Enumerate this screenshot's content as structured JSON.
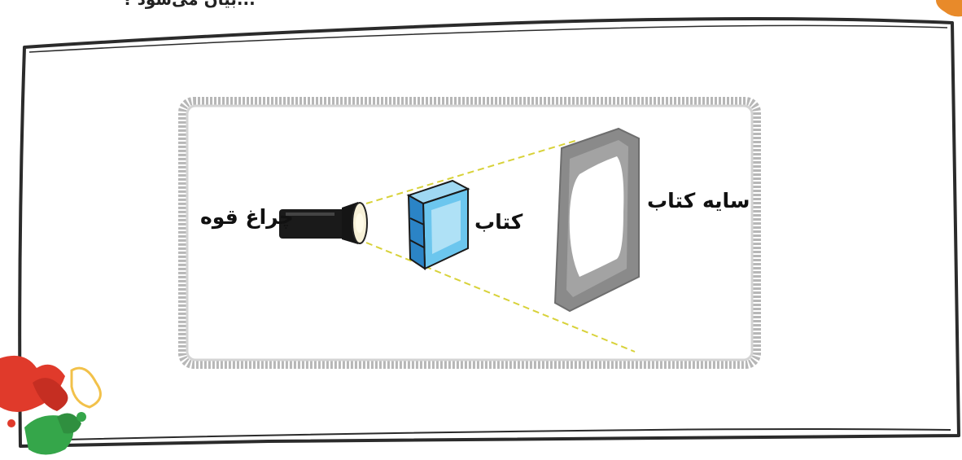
{
  "header": {
    "text": "...بیان می‌شود ؟"
  },
  "figure": {
    "flashlight_label": "چراغ قوه",
    "book_label": "کتاب",
    "shadow_label": "سایه کتاب"
  },
  "colors": {
    "frame": "#2b2b2b",
    "panel_border": "#9a9a9a",
    "flashlight_body": "#1a1a1a",
    "book_blue": "#4fb3e3",
    "shadow_gray": "#8a8a8a",
    "light_ray": "#d8d23a",
    "splash_red": "#e03a2b",
    "splash_green": "#35a64a",
    "splash_yellow": "#f2c14a"
  }
}
